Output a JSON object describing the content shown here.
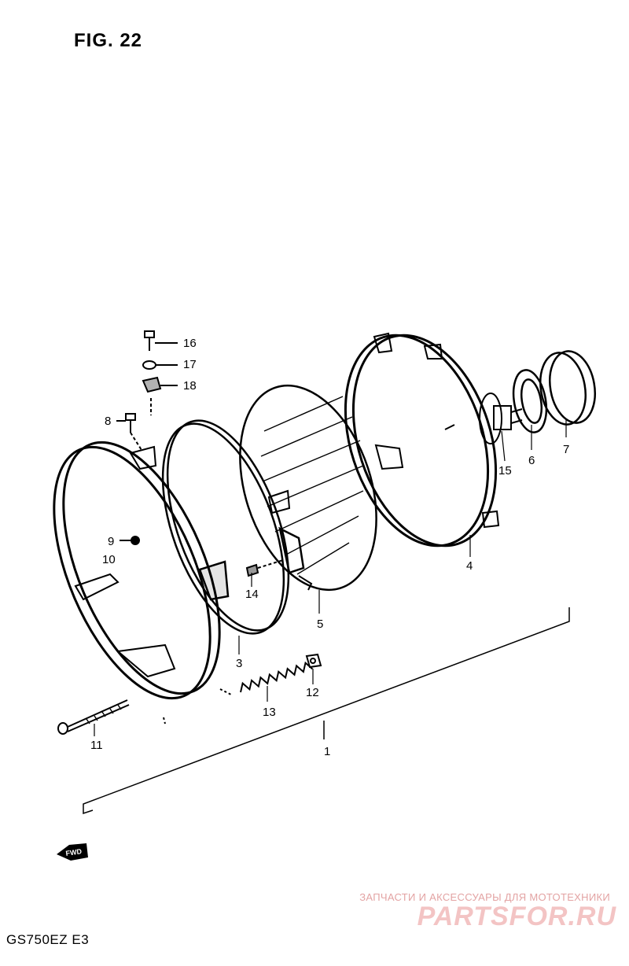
{
  "figure": {
    "title": "FIG. 22",
    "model_code": "GS750EZ E3",
    "fwd_marker": "FWD"
  },
  "parts": [
    {
      "key": "1",
      "label": "1"
    },
    {
      "key": "3",
      "label": "3"
    },
    {
      "key": "4",
      "label": "4"
    },
    {
      "key": "5",
      "label": "5"
    },
    {
      "key": "6",
      "label": "6"
    },
    {
      "key": "7",
      "label": "7"
    },
    {
      "key": "8",
      "label": "8"
    },
    {
      "key": "9",
      "label": "9"
    },
    {
      "key": "10",
      "label": "10"
    },
    {
      "key": "11",
      "label": "11"
    },
    {
      "key": "12",
      "label": "12"
    },
    {
      "key": "13",
      "label": "13"
    },
    {
      "key": "14",
      "label": "14"
    },
    {
      "key": "15",
      "label": "15"
    },
    {
      "key": "16",
      "label": "16"
    },
    {
      "key": "17",
      "label": "17"
    },
    {
      "key": "18",
      "label": "18"
    }
  ],
  "watermark": {
    "tagline": "ЗАПЧАСТИ И АКСЕССУАРЫ ДЛЯ МОТОТЕХНИКИ",
    "logo": "PARTSFOR.RU"
  }
}
